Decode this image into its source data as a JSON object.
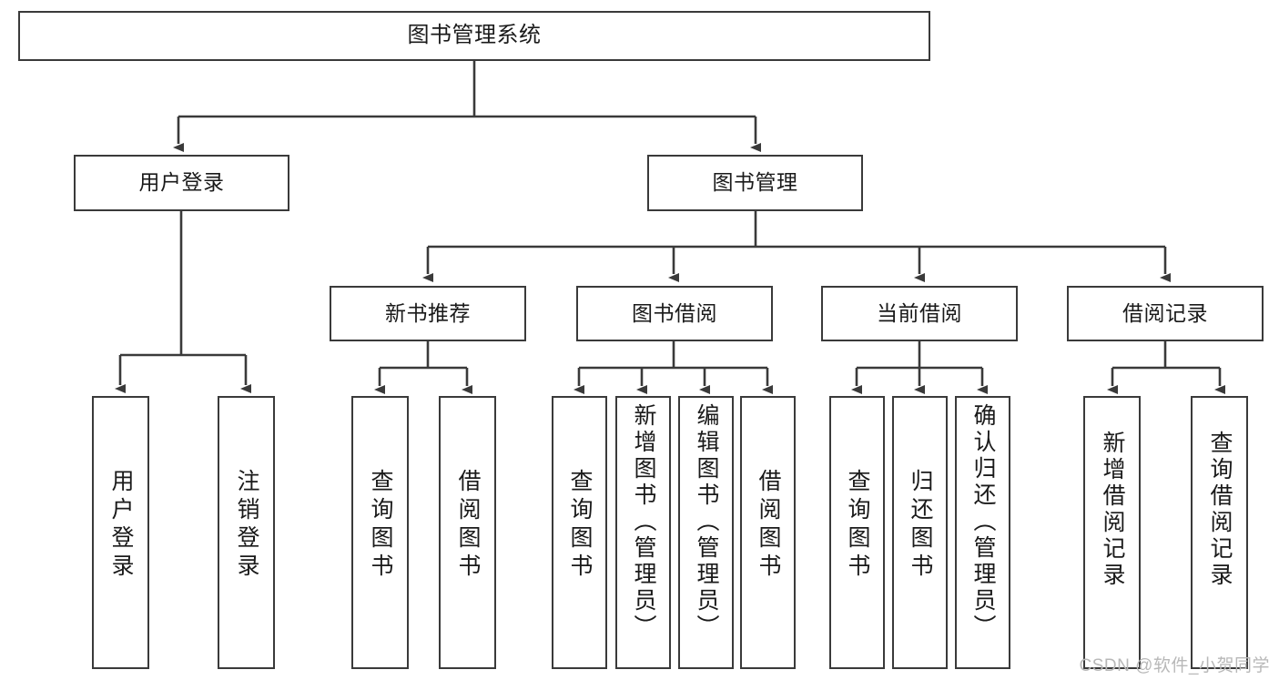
{
  "diagram": {
    "title": "图书管理系统",
    "type": "tree",
    "watermark": "CSDN @软件_小贺同学",
    "stroke_color": "#3a3a3a",
    "background_color": "#ffffff",
    "text_color": "#1a1a1a",
    "levels": {
      "root": {
        "label": "图书管理系统"
      },
      "level2": [
        {
          "label": "用户登录"
        },
        {
          "label": "图书管理"
        }
      ],
      "level3": [
        {
          "label": "新书推荐"
        },
        {
          "label": "图书借阅"
        },
        {
          "label": "当前借阅"
        },
        {
          "label": "借阅记录"
        }
      ],
      "leaves": [
        {
          "label": "用户登录",
          "parent": "用户登录"
        },
        {
          "label": "注销登录",
          "parent": "用户登录"
        },
        {
          "label": "查询图书",
          "parent": "新书推荐"
        },
        {
          "label": "借阅图书",
          "parent": "新书推荐"
        },
        {
          "label": "查询图书",
          "parent": "图书借阅"
        },
        {
          "label": "新增图书（管理员）",
          "parent": "图书借阅"
        },
        {
          "label": "编辑图书（管理员）",
          "parent": "图书借阅"
        },
        {
          "label": "借阅图书",
          "parent": "图书借阅"
        },
        {
          "label": "查询图书",
          "parent": "当前借阅"
        },
        {
          "label": "归还图书",
          "parent": "当前借阅"
        },
        {
          "label": "确认归还（管理员）",
          "parent": "当前借阅"
        },
        {
          "label": "新增借阅记录",
          "parent": "借阅记录"
        },
        {
          "label": "查询借阅记录",
          "parent": "借阅记录"
        }
      ]
    }
  }
}
